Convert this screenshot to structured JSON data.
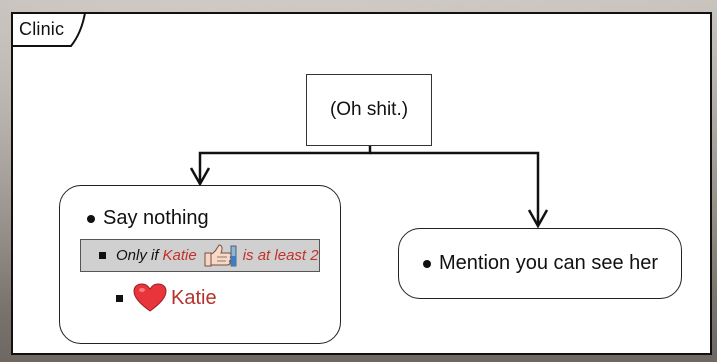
{
  "tab": {
    "label": "Clinic"
  },
  "thought": {
    "text": "(Oh shit.)"
  },
  "choices": [
    {
      "label": "Say nothing",
      "condition": {
        "prefix": "Only if",
        "character": "Katie",
        "suffix": "is at least 2",
        "icon": "thumbs-up-icon"
      },
      "effect": {
        "icon": "heart-icon",
        "character": "Katie"
      }
    },
    {
      "label": "Mention you can see her"
    }
  ],
  "colors": {
    "character_name": "#c0332a",
    "heart": "#e8353b",
    "condition_bg": "#d0d0d0"
  }
}
